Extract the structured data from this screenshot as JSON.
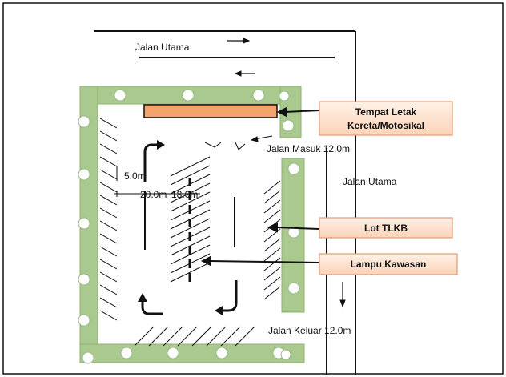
{
  "labels": {
    "road_top": "Jalan Utama",
    "road_right": "Jalan Utama",
    "entrance": "Jalan Masuk 12.0m",
    "exit": "Jalan Keluar 12.0m",
    "dim_5": "5.0m",
    "dim_20": "20.0m",
    "dim_18": "18.0m"
  },
  "callouts": {
    "motor": [
      "Tempat Letak",
      "Kereta/Motosikal"
    ],
    "lot": "Lot TLKB",
    "lamp": "Lampu Kawasan"
  },
  "colors": {
    "greenery": "#a9c98e",
    "greenery_edge": "#8db36f",
    "motor_bay": "#f4a26b",
    "callout_fill": "#fde3d2",
    "callout_edge": "#e59a6e",
    "line": "#111111"
  }
}
